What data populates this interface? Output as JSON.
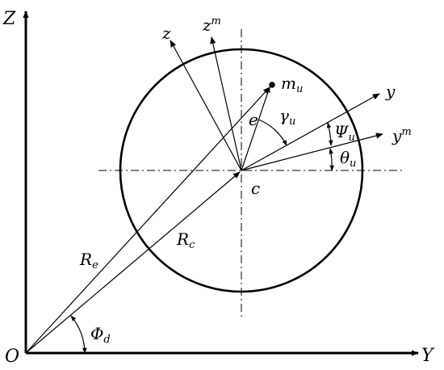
{
  "axes": {
    "horizontal_label": "Y",
    "vertical_label": "Z",
    "origin_label": "O"
  },
  "points": {
    "center_label": "c",
    "unbalance_mass": {
      "base": "m",
      "sub": "u"
    }
  },
  "vectors": {
    "rotor_radius": {
      "base": "R",
      "sub": "c"
    },
    "eccentric_radius": {
      "base": "R",
      "sub": "e"
    },
    "eccentricity": "e"
  },
  "local_axes": {
    "z": "z",
    "z_m": {
      "base": "z",
      "sup": "m"
    },
    "y": "y",
    "y_m": {
      "base": "y",
      "sup": "m"
    }
  },
  "angles": {
    "phi_d": {
      "base": "Φ",
      "sub": "d"
    },
    "gamma_u": {
      "base": "γ",
      "sub": "u"
    },
    "psi_u": {
      "base": "Ψ",
      "sub": "u"
    },
    "theta_u": {
      "base": "θ",
      "sub": "u"
    }
  },
  "colors": {
    "ink": "#000000",
    "background": "#ffffff"
  }
}
